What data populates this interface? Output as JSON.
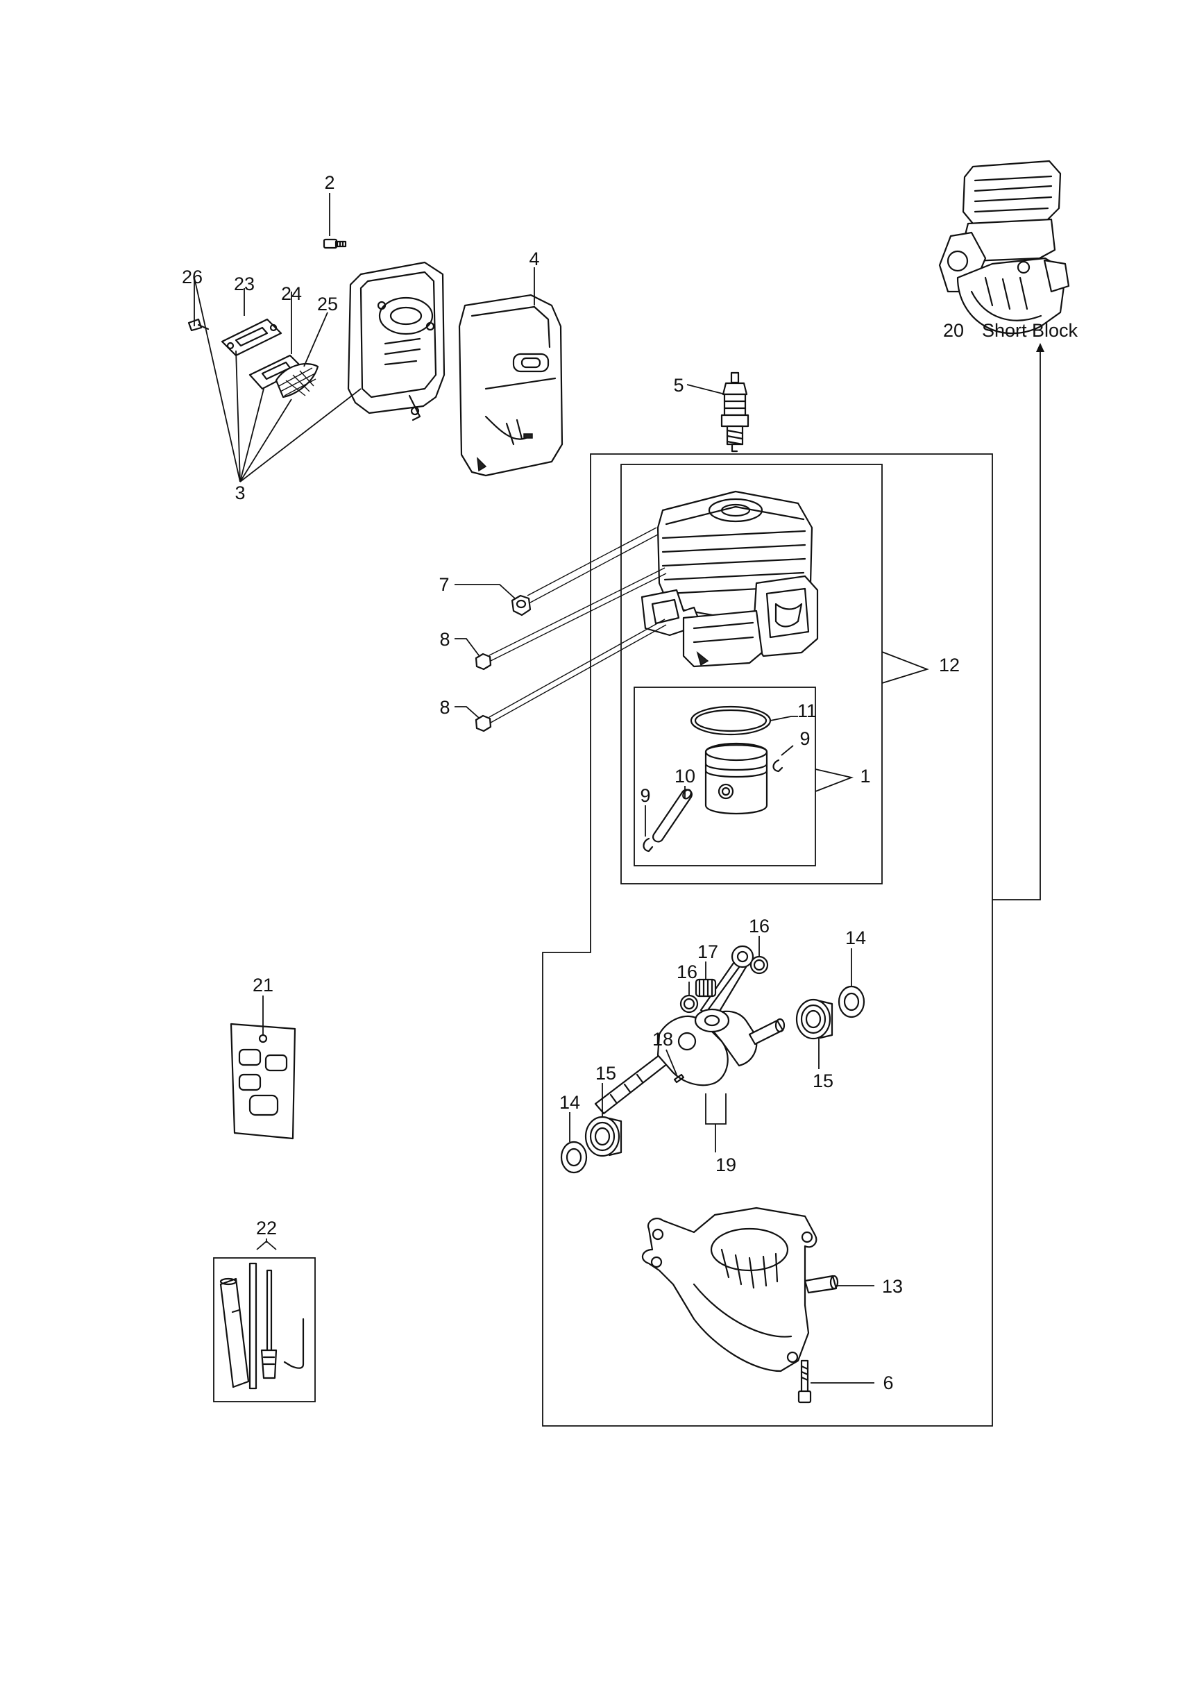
{
  "short_block_label": "Short Block",
  "callouts": [
    {
      "id": "c1",
      "text": "1"
    },
    {
      "id": "c2",
      "text": "2"
    },
    {
      "id": "c3",
      "text": "3"
    },
    {
      "id": "c4",
      "text": "4"
    },
    {
      "id": "c5",
      "text": "5"
    },
    {
      "id": "c6",
      "text": "6"
    },
    {
      "id": "c7",
      "text": "7"
    },
    {
      "id": "c8a",
      "text": "8"
    },
    {
      "id": "c8b",
      "text": "8"
    },
    {
      "id": "c9a",
      "text": "9"
    },
    {
      "id": "c9b",
      "text": "9"
    },
    {
      "id": "c10",
      "text": "10"
    },
    {
      "id": "c11",
      "text": "11"
    },
    {
      "id": "c12",
      "text": "12"
    },
    {
      "id": "c13",
      "text": "13"
    },
    {
      "id": "c14a",
      "text": "14"
    },
    {
      "id": "c14b",
      "text": "14"
    },
    {
      "id": "c15a",
      "text": "15"
    },
    {
      "id": "c15b",
      "text": "15"
    },
    {
      "id": "c16a",
      "text": "16"
    },
    {
      "id": "c16b",
      "text": "16"
    },
    {
      "id": "c17",
      "text": "17"
    },
    {
      "id": "c18",
      "text": "18"
    },
    {
      "id": "c19",
      "text": "19"
    },
    {
      "id": "c20",
      "text": "20"
    },
    {
      "id": "c21",
      "text": "21"
    },
    {
      "id": "c22",
      "text": "22"
    },
    {
      "id": "c23",
      "text": "23"
    },
    {
      "id": "c24",
      "text": "24"
    },
    {
      "id": "c25",
      "text": "25"
    },
    {
      "id": "c26",
      "text": "26"
    }
  ]
}
